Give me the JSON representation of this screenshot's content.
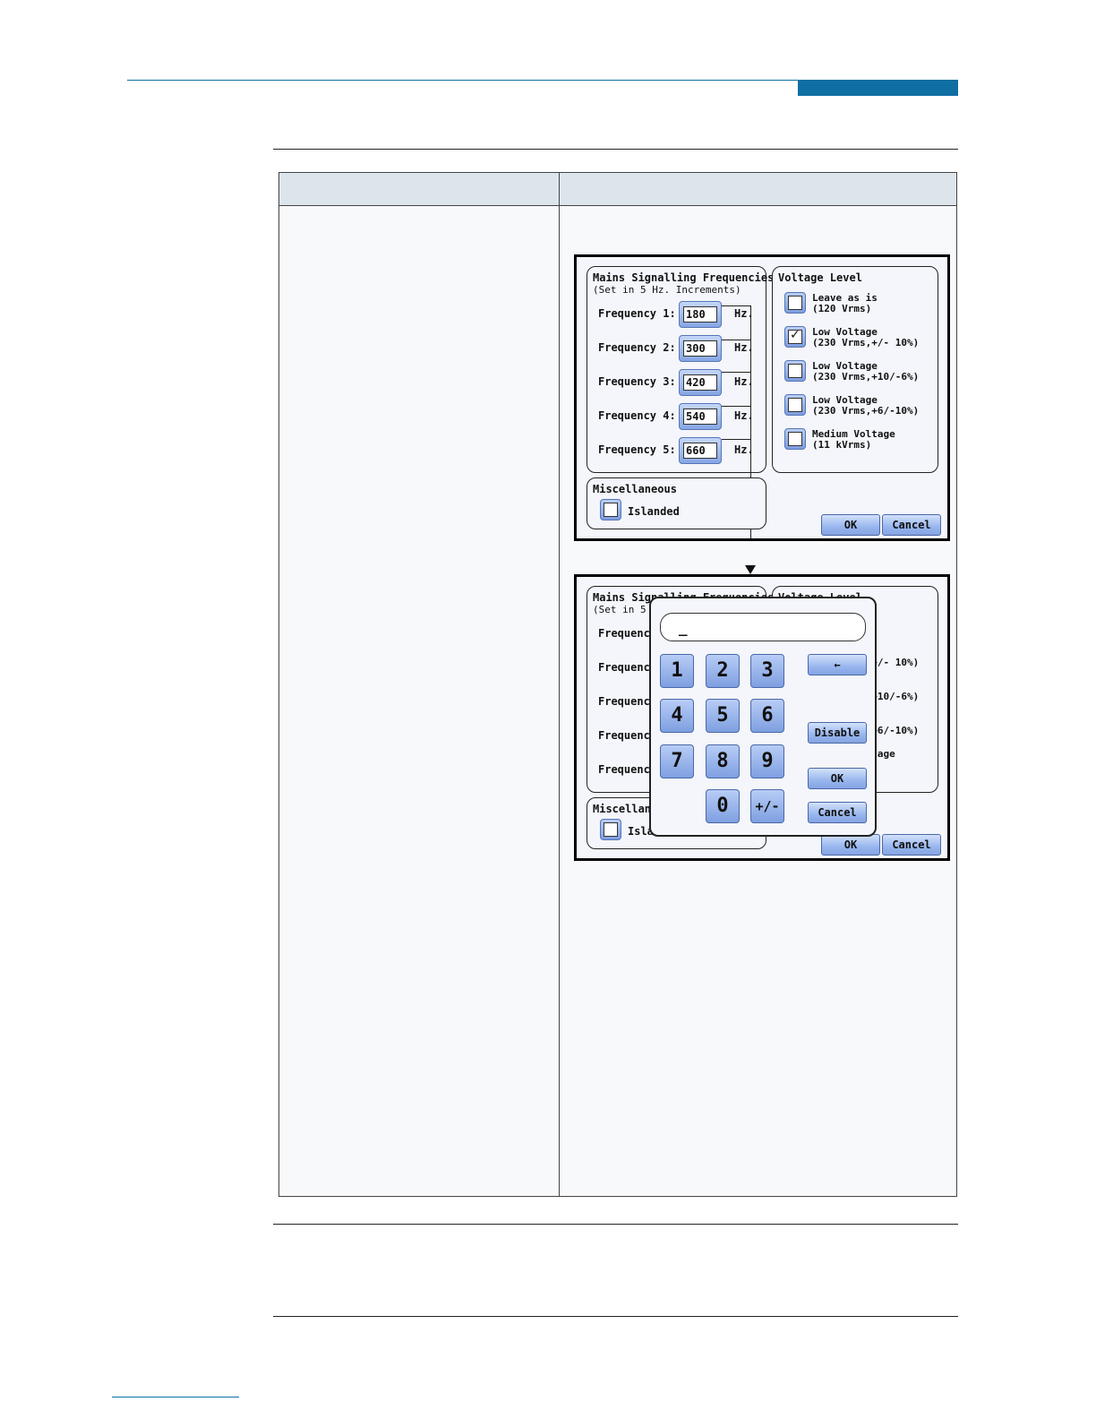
{
  "colors": {
    "header_bar": "#0f6fa3",
    "rule": "#0f6fa3",
    "table_header": "#dde5ec",
    "button_blue": "#98b6ee"
  },
  "settings_screen": {
    "mains_title": "Mains Signalling Frequencies",
    "mains_subtitle": "(Set in 5 Hz. Increments)",
    "frequencies": [
      {
        "label": "Frequency 1:",
        "value": "180",
        "unit": "Hz."
      },
      {
        "label": "Frequency 2:",
        "value": "300",
        "unit": "Hz."
      },
      {
        "label": "Frequency 3:",
        "value": "420",
        "unit": "Hz."
      },
      {
        "label": "Frequency 4:",
        "value": "540",
        "unit": "Hz."
      },
      {
        "label": "Frequency 5:",
        "value": "660",
        "unit": "Hz."
      }
    ],
    "voltage_title": "Voltage Level",
    "voltage_options": [
      {
        "line1": "Leave as is",
        "line2": "(120 Vrms)",
        "checked": false
      },
      {
        "line1": "Low Voltage",
        "line2": "(230 Vrms,+/- 10%)",
        "checked": true
      },
      {
        "line1": "Low Voltage",
        "line2": "(230 Vrms,+10/-6%)",
        "checked": false
      },
      {
        "line1": "Low Voltage",
        "line2": "(230 Vrms,+6/-10%)",
        "checked": false
      },
      {
        "line1": "Medium Voltage",
        "line2": "(11 kVrms)",
        "checked": false
      }
    ],
    "misc_title": "Miscellaneous",
    "islanded_label": "Islanded",
    "ok_label": "OK",
    "cancel_label": "Cancel"
  },
  "keypad_screen": {
    "bg_mains_title": "Mains Signalling Frequencies",
    "bg_mains_subtitle": "(Set in 5 Hz. Increments)",
    "bg_frequency_label": "Frequency",
    "bg_voltage_title": "Voltage Level",
    "bg_voltage_tails": [
      "(230 Vrms,+/- 10%)",
      "(230 Vrms,+10/-6%)",
      "(230 Vrms,+6/-10%)",
      "Medium Voltage"
    ],
    "bg_misc_title": "Miscellaneous",
    "bg_islanded": "Islanded",
    "display_value": "_",
    "keys": [
      "1",
      "2",
      "3",
      "4",
      "5",
      "6",
      "7",
      "8",
      "9",
      "0",
      "+/-"
    ],
    "backspace_label": "←",
    "disable_label": "Disable",
    "keypad_ok_label": "OK",
    "keypad_cancel_label": "Cancel",
    "ok_label": "OK",
    "cancel_label": "Cancel"
  }
}
